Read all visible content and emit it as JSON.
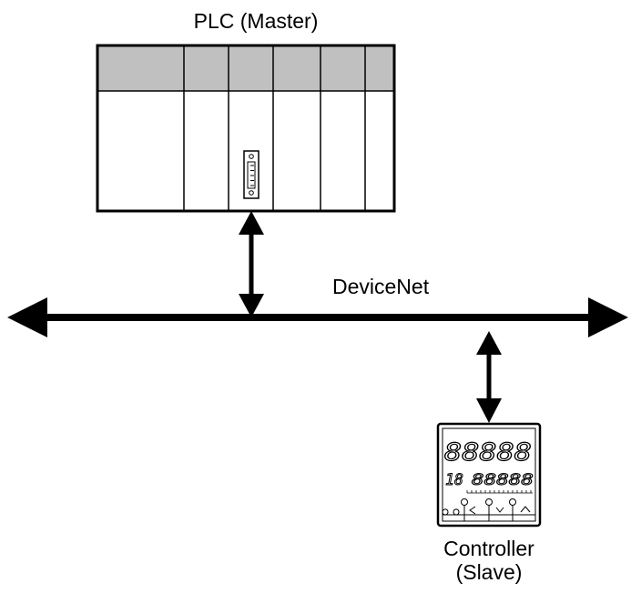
{
  "plc": {
    "label": "PLC (Master)"
  },
  "network": {
    "label": "DeviceNet"
  },
  "controller": {
    "label_line1": "Controller",
    "label_line2": "(Slave)",
    "display_top": "88888",
    "display_sub_left": "18",
    "display_bottom": "88888",
    "icons": [
      "cycle-icon",
      "left-arrow-icon",
      "down-arrow-icon",
      "up-arrow-icon"
    ]
  },
  "colors": {
    "rack_header": "#c0c0c0",
    "line": "#000000",
    "background": "#ffffff"
  }
}
